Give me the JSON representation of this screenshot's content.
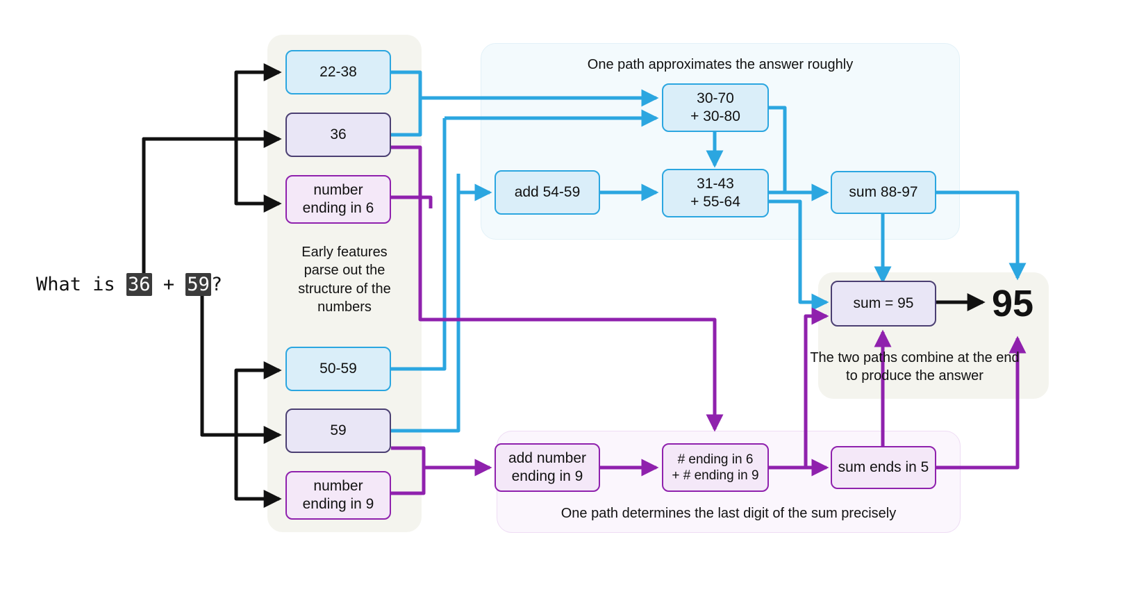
{
  "prompt": {
    "prefix": "What is ",
    "operand_a": "36",
    "middle": " + ",
    "operand_b": "59",
    "suffix": "?"
  },
  "answer": "95",
  "panels": {
    "early_features": {
      "caption": "Early features\nparse out the\nstructure of the\nnumbers",
      "color": "#f4f4ee"
    },
    "approx_path": {
      "caption": "One path approximates the answer roughly",
      "color": "#f3fafd"
    },
    "precise_path": {
      "caption": "One path determines the last digit of the sum precisely",
      "color": "#fbf6fd"
    },
    "combine": {
      "caption": "The two paths combine at the end\nto produce the answer",
      "color": "#f4f4ee"
    }
  },
  "nodes": {
    "range_22_38": "22-38",
    "num_36": "36",
    "ending_in_6": "number\nending in 6",
    "range_50_59": "50-59",
    "num_59": "59",
    "ending_in_9": "number\nending in 9",
    "add_54_59": "add 54-59",
    "approx_30_70": "30-70\n+ 30-80",
    "approx_31_43": "31-43\n+ 55-64",
    "sum_88_97": "sum 88-97",
    "sum_95": "sum = 95",
    "add_number_ending_9": "add number\nending in 9",
    "hash_ending": "# ending in 6\n+ # ending in 9",
    "sum_ends_5": "sum ends in 5"
  },
  "colors": {
    "blue_stroke": "#2ba6e0",
    "blue_fill": "#daeef9",
    "purple_stroke": "#8f21ad",
    "purple_fill": "#f4e8f8",
    "lavender_fill": "#e9e6f6",
    "lavender_stroke": "#4b3f72",
    "black_stroke": "#111111",
    "panel_gray": "#f4f4ee"
  }
}
